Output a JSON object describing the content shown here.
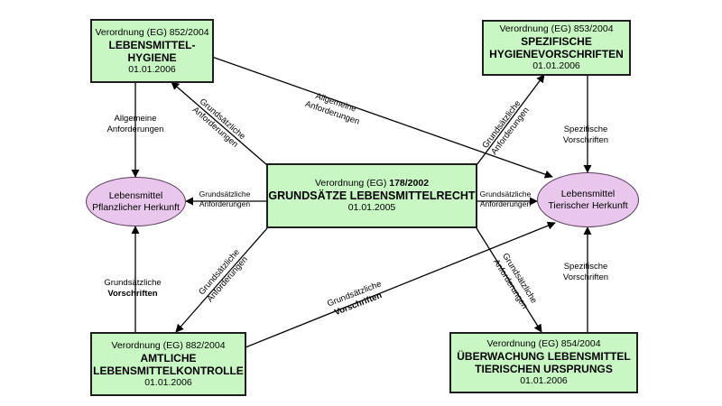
{
  "center": {
    "regulation_prefix": "Verordnung (EG) ",
    "regulation_number": "178/2002",
    "title": "GRUNDSÄTZE LEBENSMITTELRECHT",
    "date": "01.01.2005"
  },
  "top_left": {
    "regulation": "Verordnung (EG) 852/2004",
    "title_1": "LEBENSMITTEL-",
    "title_2": "HYGIENE",
    "date": "01.01.2006"
  },
  "top_right": {
    "regulation": "Verordnung (EG) 853/2004",
    "title_1": "SPEZIFISCHE",
    "title_2": "HYGIENEVORSCHRIFTEN",
    "date": "01.01.2006"
  },
  "bottom_left": {
    "regulation": "Verordnung (EG) 882/2004",
    "title_1": "AMTLICHE",
    "title_2": "LEBENSMITTELKONTROLLE",
    "date": "01.01.2006"
  },
  "bottom_right": {
    "regulation": "Verordnung (EG) 854/2004",
    "title_1": "ÜBERWACHUNG LEBENSMITTEL",
    "title_2": "TIERISCHEN URSPRUNGS",
    "date": "01.01.2006"
  },
  "left_ellipse": {
    "line_1": "Lebensmittel",
    "line_2": "Pflanzlicher Herkunft"
  },
  "right_ellipse": {
    "line_1": "Lebensmittel",
    "line_2": "Tierischer Herkunft"
  },
  "labels": {
    "allgemeine_left": {
      "line_1": "Allgemeine",
      "line_2": "Anforderungen"
    },
    "allgemeine_diag": {
      "line_1": "Allgemeine",
      "line_2": "Anforderungen"
    },
    "grundsaetzliche_tl": {
      "line_1": "Grundsätzliche",
      "line_2": "Anforderungen"
    },
    "grundsaetzliche_left": {
      "line_1": "Grundsätzliche",
      "line_2": "Anforderungen"
    },
    "grundsaetzliche_right": {
      "line_1": "Grundsätzliche",
      "line_2": "Anforderungen"
    },
    "grundsaetzliche_tr": {
      "line_1": "Grundsätzliche",
      "line_2": "Anforderungen"
    },
    "grundsaetzliche_bl": {
      "line_1": "Grundsätzliche",
      "line_2": "Anforderungen"
    },
    "grundsaetzliche_br": {
      "line_1": "Grundsätzliche",
      "line_2": "Anforderungen"
    },
    "spezifische_top": {
      "line_1": "Spezifische",
      "line_2": "Vorschriften"
    },
    "spezifische_bottom": {
      "line_1": "Spezifische",
      "line_2": "Vorschriften"
    },
    "vorschriften_left": {
      "line_1": "Grundsätzliche",
      "line_2": "Vorschriften"
    },
    "vorschriften_diag": {
      "line_1": "Grundsätzliche",
      "line_2": "Vorschriften"
    }
  }
}
